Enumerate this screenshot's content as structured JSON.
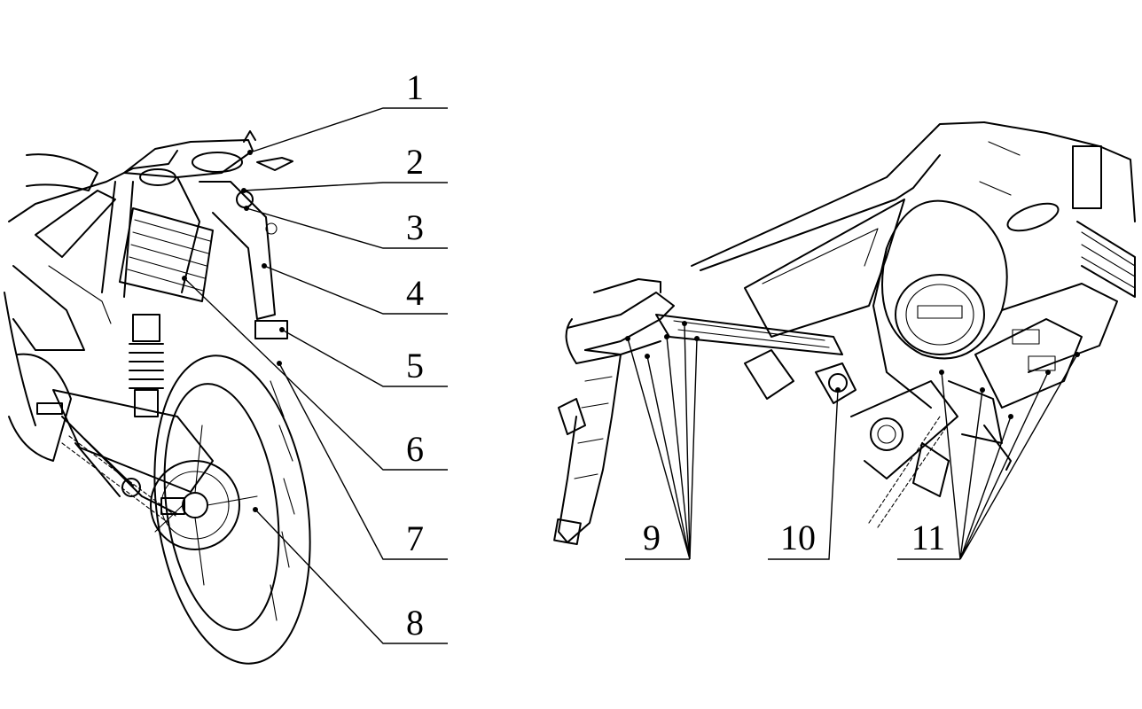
{
  "callouts_left": [
    {
      "label": "1"
    },
    {
      "label": "2"
    },
    {
      "label": "3"
    },
    {
      "label": "4"
    },
    {
      "label": "5"
    },
    {
      "label": "6"
    },
    {
      "label": "7"
    },
    {
      "label": "8"
    }
  ],
  "callouts_bottom": [
    {
      "label": "9"
    },
    {
      "label": "10"
    },
    {
      "label": "11"
    }
  ],
  "colors": {
    "line": "#000000",
    "background": "#ffffff"
  }
}
